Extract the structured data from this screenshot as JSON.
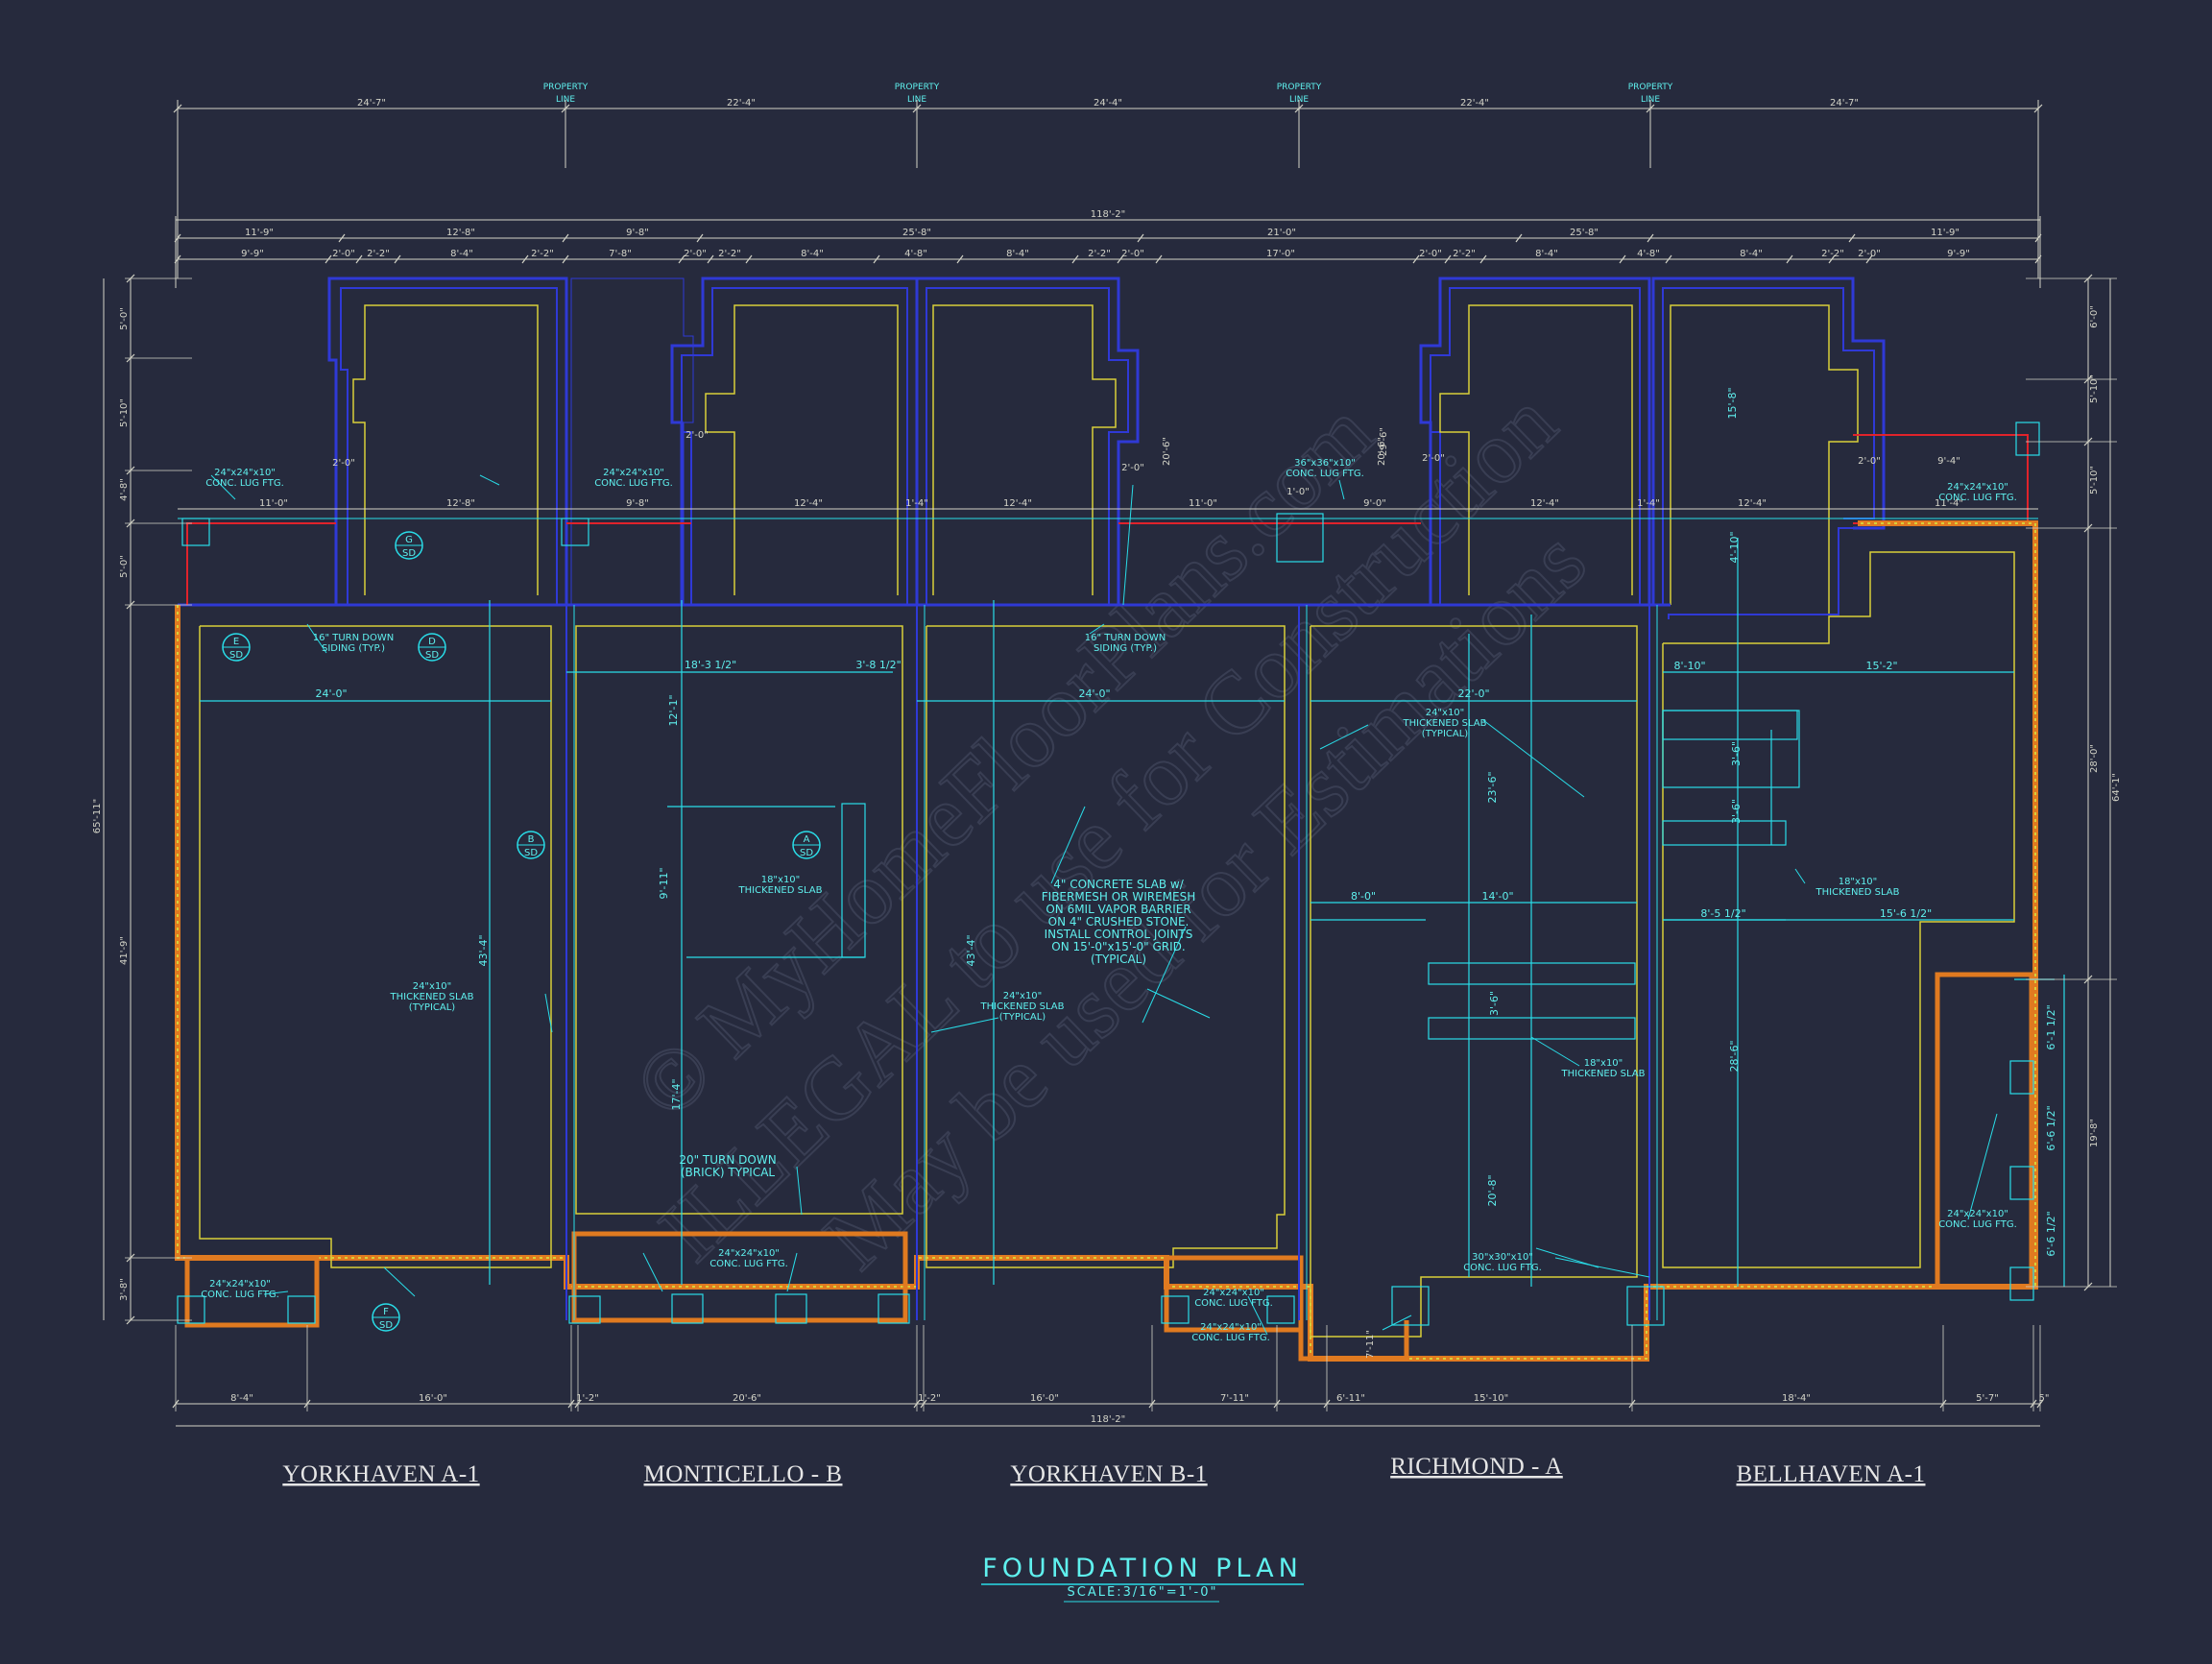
{
  "title": "FOUNDATION PLAN",
  "scale": "SCALE:3/16\"=1'-0\"",
  "watermark": {
    "line1": "© MyHomeFloorPlans.com",
    "line2": "ILLEGAL to use for Construction",
    "line3": "May be used for Estimations"
  },
  "property_line": {
    "line1": "PROPERTY",
    "line2": "LINE"
  },
  "units": [
    "YORKHAVEN A-1",
    "MONTICELLO  - B",
    "YORKHAVEN B-1",
    "RICHMOND - A",
    "BELLHAVEN A-1"
  ],
  "dims": {
    "top_row1": [
      "24'-7\"",
      "22'-4\"",
      "24'-4\"",
      "22'-4\"",
      "24'-7\""
    ],
    "overall": "118'-2\"",
    "top_row2": [
      "11'-9\"",
      "12'-8\"",
      "9'-8\"",
      "25'-8\"",
      "21'-0\"",
      "25'-8\"",
      "11'-9\""
    ],
    "top_row3": [
      "9'-9\"",
      "2'-0\"",
      "2'-2\"",
      "8'-4\"",
      "2'-2\"",
      "7'-8\"",
      "2'-0\"",
      "2'-2\"",
      "8'-4\"",
      "4'-8\"",
      "8'-4\"",
      "2'-2\"",
      "2'-0\"",
      "17'-0\"",
      "2'-0\"",
      "2'-2\"",
      "8'-4\"",
      "4'-8\"",
      "8'-4\"",
      "2'-2\"",
      "2'-0\"",
      "9'-9\""
    ],
    "mid_row": [
      "11'-0\"",
      "12'-8\"",
      "9'-8\"",
      "12'-4\"",
      "1'-4\"",
      "12'-4\"",
      "11'-0\"",
      "9'-0\"",
      "12'-4\"",
      "1'-4\"",
      "12'-4\"",
      "11'-4\""
    ],
    "bottom_row": [
      "8'-4\"",
      "16'-0\"",
      "1'-2\"",
      "20'-6\"",
      "1'-2\"",
      "16'-0\"",
      "7'-11\"",
      "6'-11\"",
      "15'-10\"",
      "18'-4\"",
      "5'-7\"",
      "5\""
    ],
    "bottom_overall": "118'-2\"",
    "left": [
      "5'-0\"",
      "5'-10\"",
      "4'-8\"",
      "5'-0\"",
      "41'-9\"",
      "3'-8\"",
      "65'-11\""
    ],
    "right": [
      "6'-0\"",
      "5'-10\"",
      "5'-10\"",
      "28'-0\"",
      "64'-1\"",
      "19'-8\""
    ],
    "misc": [
      "2'-0\"",
      "2'-0\"",
      "2'-0\"",
      "2'-0\"",
      "2'-0\"",
      "9'-4\"",
      "1'-0\"",
      "20'-6\"",
      "20'-6\"",
      "29'-6\"",
      "7'-11\""
    ],
    "interior": [
      "24'-0\"",
      "18'-3 1/2\"",
      "3'-8 1/2\"",
      "12'-1\"",
      "9'-11\"",
      "43'-4\"",
      "17'-4\"",
      "24'-0\"",
      "43'-4\"",
      "22'-0\"",
      "23'-6\"",
      "8'-0\"",
      "14'-0\"",
      "3'-6\"",
      "20'-8\"",
      "8'-10\"",
      "15'-2\"",
      "3'-6\"",
      "3'-6\"",
      "8'-5 1/2\"",
      "15'-6 1/2\"",
      "15'-8\"",
      "4'-10\"",
      "28'-6\"",
      "6'-1 1/2\"",
      "6'-6 1/2\"",
      "6'-6 1/2\""
    ]
  },
  "notes": {
    "lug1": [
      "24\"x24\"x10\"",
      "CONC. LUG FTG."
    ],
    "lug2": [
      "24\"x24\"x10\"",
      "CONC. LUG FTG."
    ],
    "lug3": [
      "36\"x36\"x10\"",
      "CONC. LUG FTG."
    ],
    "lug4": [
      "24\"x24\"x10\"",
      "CONC. LUG FTG."
    ],
    "turn16a": [
      "16\" TURN DOWN",
      "SIDING (TYP.)"
    ],
    "turn16b": [
      "16\" TURN DOWN",
      "SIDING (TYP.)"
    ],
    "slab24a": [
      "24\"x10\"",
      "THICKENED SLAB",
      "(TYPICAL)"
    ],
    "slab24b": [
      "24\"x10\"",
      "THICKENED SLAB",
      "(TYPICAL)"
    ],
    "slab24c": [
      "24\"x10\"",
      "THICKENED SLAB",
      "(TYPICAL)"
    ],
    "slab18a": [
      "18\"x10\"",
      "THICKENED SLAB"
    ],
    "slab18b": [
      "18\"x10\"",
      "THICKENED SLAB"
    ],
    "slab18c": [
      "18\"x10\"",
      "THICKENED SLAB"
    ],
    "conc": [
      "4\" CONCRETE SLAB w/",
      "FIBERMESH OR WIREMESH",
      "ON 6MIL VAPOR BARRIER",
      "ON 4\" CRUSHED STONE.",
      "INSTALL CONTROL JOINTS",
      "ON 15'-0\"x15'-0\" GRID.",
      "(TYPICAL)"
    ],
    "turn20": [
      "20\" TURN DOWN",
      "(BRICK) TYPICAL"
    ],
    "lugB1": [
      "24\"x24\"x10\"",
      "CONC. LUG FTG."
    ],
    "lugB2": [
      "24\"x24\"x10\"",
      "CONC. LUG FTG."
    ],
    "lugB3": [
      "24\"x24\"x10\"",
      "CONC. LUG FTG."
    ],
    "lugB4": [
      "24\"x24\"x10\"",
      "CONC. LUG FTG."
    ],
    "lugB5": [
      "30\"x30\"x10\"",
      "CONC. LUG FTG."
    ],
    "lugB6": [
      "24\"x24\"x10\"",
      "CONC. LUG FTG."
    ]
  },
  "bubbles": [
    {
      "letter": "G",
      "sheet": "SD"
    },
    {
      "letter": "E",
      "sheet": "SD"
    },
    {
      "letter": "D",
      "sheet": "SD"
    },
    {
      "letter": "B",
      "sheet": "SD"
    },
    {
      "letter": "A",
      "sheet": "SD"
    },
    {
      "letter": "F",
      "sheet": "SD"
    }
  ]
}
